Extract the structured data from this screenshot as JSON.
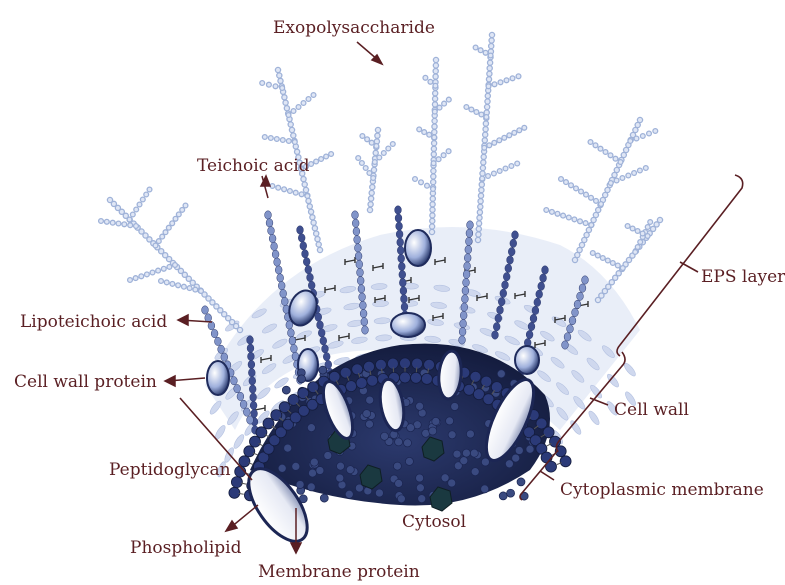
{
  "labels": {
    "exopolysaccharide": "Exopolysaccharide",
    "teichoic_acid": "Teichoic acid",
    "lipoteichoic_acid": "Lipoteichoic acid",
    "cell_wall_protein": "Cell wall protein",
    "peptidoglycan": "Peptidoglycan",
    "phospholipid": "Phospholipid",
    "membrane_protein": "Membrane protein",
    "cytosol": "Cytosol",
    "eps_layer": "EPS layer",
    "cell_wall": "Cell wall",
    "cytoplasmic_membrane": "Cytoplasmic membrane"
  },
  "colors": {
    "label_text": "#5a1f23",
    "pointer_line": "#5a1f23",
    "eps_chain": "#9fb2d8",
    "cytosol_fill": "#1f2a55",
    "phospholipid_head": "#2b3a78",
    "peptidoglycan": "#cfd8ee",
    "protein_fill": "#8fa0d0",
    "membrane_protein_fill": "#eef0f8"
  }
}
